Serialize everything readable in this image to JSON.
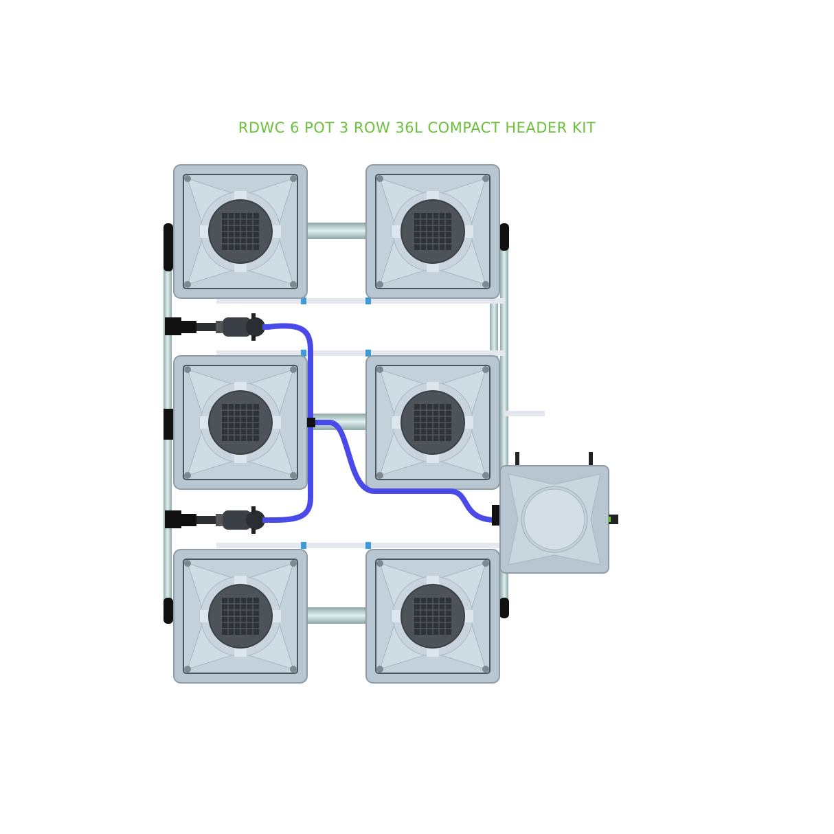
{
  "title": "RDWC 6 POT 3 ROW 36L COMPACT HEADER KIT",
  "colors": {
    "title": "#6cc13a",
    "pot_body": "#b9c8d3",
    "pipe": "#b8d0d0",
    "hose": "#4a4ae8",
    "net_pot": "#4a4f55",
    "connector": "#3f9ad8"
  },
  "components": {
    "pots": [
      "pot-top-left",
      "pot-top-right",
      "pot-middle-left",
      "pot-middle-right",
      "pot-bottom-left",
      "pot-bottom-right"
    ],
    "header_tank": "header-tank",
    "pumps": [
      "pump-upper",
      "pump-lower"
    ]
  }
}
